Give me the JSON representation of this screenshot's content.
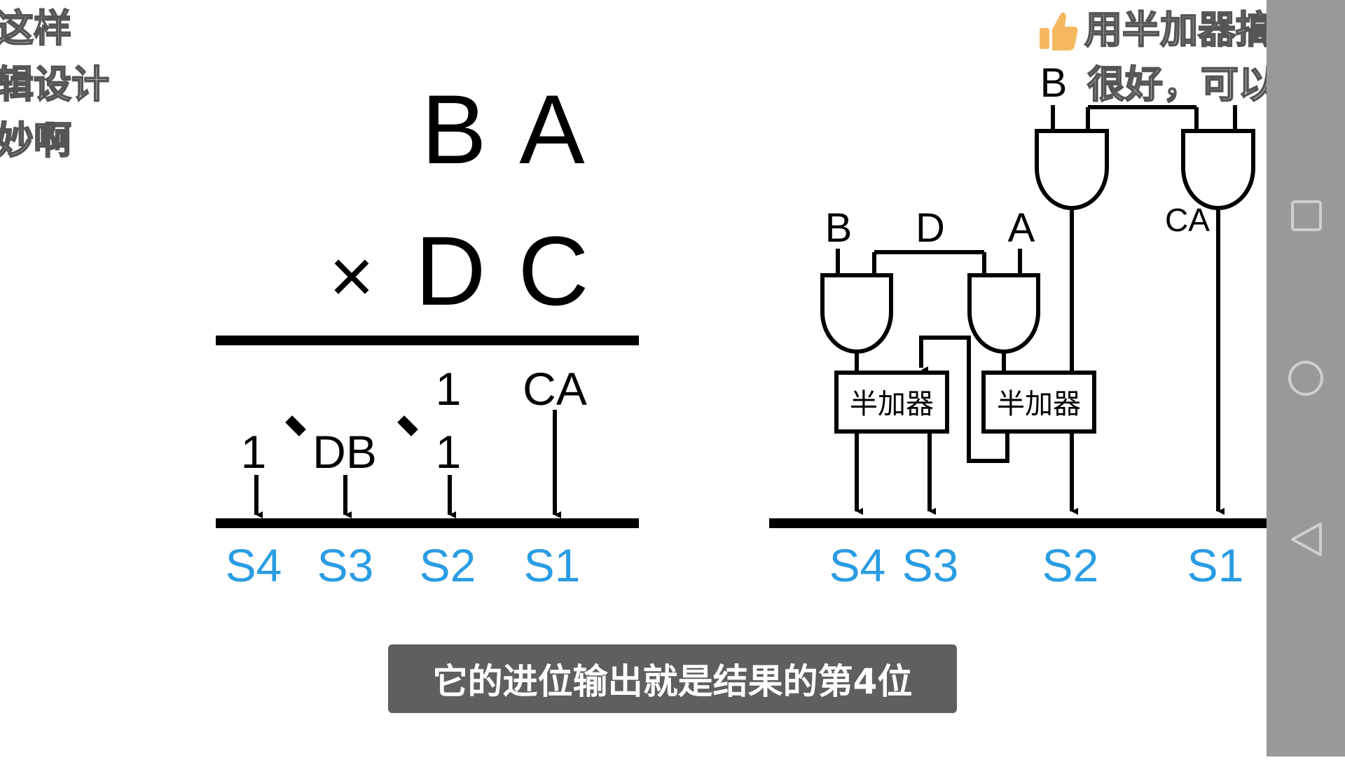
{
  "overlay": {
    "left_comments": [
      "这样",
      "辑设计",
      "妙啊"
    ],
    "right_comments": [
      "用半加器搞全加",
      "很好，可以分"
    ],
    "like_icon": "thumbs-up-icon"
  },
  "multiplication": {
    "top_row": [
      "B",
      "A"
    ],
    "times_sign": "×",
    "second_row": [
      "D",
      "C"
    ],
    "carry_s2_top": "1",
    "carry_s2_bottom": "1",
    "carry_s4": "1",
    "product_db": "DB",
    "product_ca": "CA",
    "outputs": [
      "S4",
      "S3",
      "S2",
      "S1"
    ]
  },
  "circuit": {
    "inputs_lower": [
      "B",
      "D",
      "A"
    ],
    "input_upper_b": "B",
    "ca_label": "CA",
    "half_adder_label": "半加器",
    "outputs": [
      "S4",
      "S3",
      "S2",
      "S1"
    ]
  },
  "subtitle": "它的进位输出就是结果的第4位",
  "colors": {
    "output_blue": "#2a9ce3",
    "nav_bar": "#999999",
    "subtitle_bg": "#5f5f5f"
  },
  "navigation": {
    "icons": [
      "square-icon",
      "circle-icon",
      "triangle-back-icon"
    ]
  }
}
